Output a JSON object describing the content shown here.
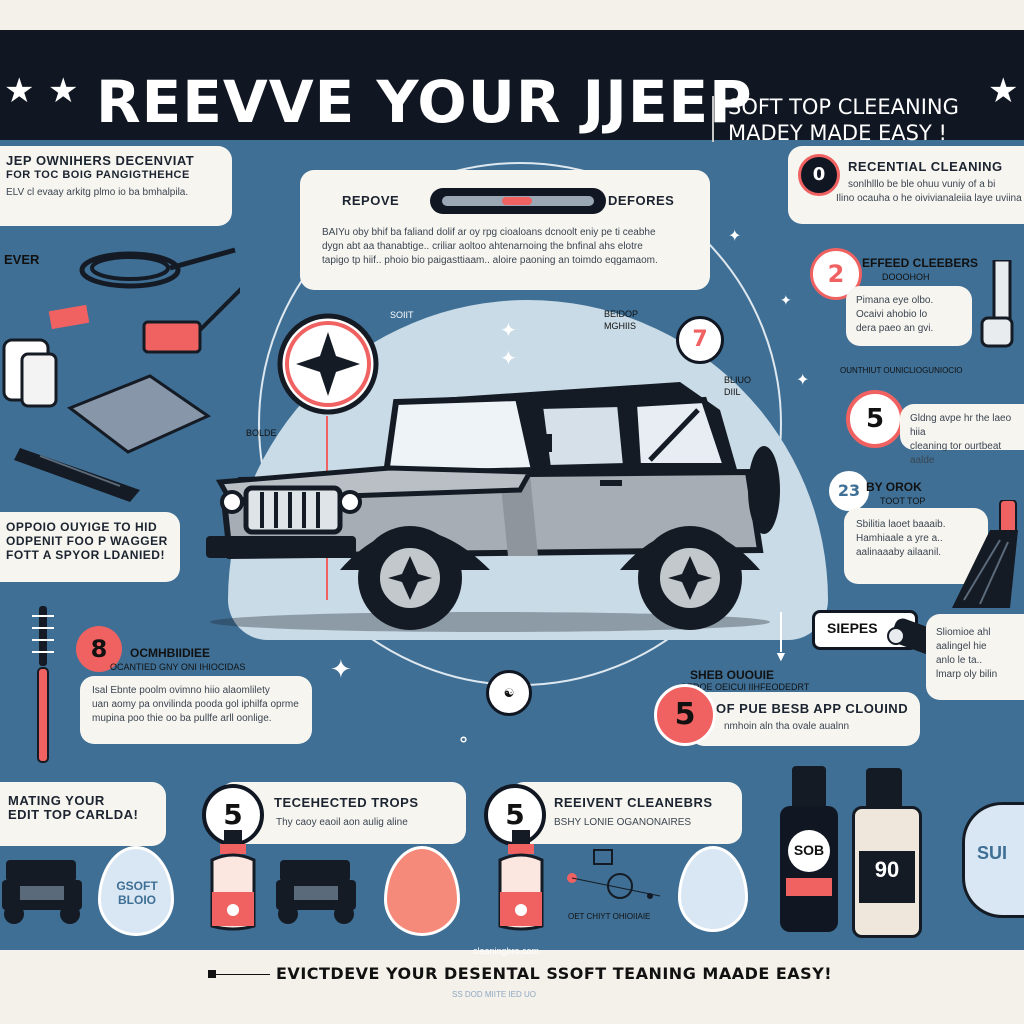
{
  "header": {
    "title": "REEVVE YOUR JJEEP",
    "subtitle_line1": "SOFT TOP CLEEANING",
    "subtitle_line2": "MADEY MADE EASY !"
  },
  "top_left_card": {
    "line1": "JEP OWNIHERS DECENVIAT",
    "line2": "FOR TOC BOIG PANGIGTHEHCE",
    "line3": "ELV cl evaay arkitg plmo io ba bmhalpila."
  },
  "left_section_label": "EVER",
  "before_card": {
    "left_label": "REPOVE",
    "right_label": "DEFORES",
    "body1": "BAIYu oby bhif ba faliand dolif ar oy rpg cioaloans dcnoolt eniy pe ti ceabhe",
    "body2": "dygn abt aa thanabtige.. criliar aoltoo ahtenarnoing the bnfinal ahs elotre",
    "body3": "tapigo tp hiif.. phoio bio paigasttiaam.. aloire paoning an toimdo eqgamaom."
  },
  "left_mid_card": {
    "line1": "OPPOIO OUYIGE TO HID",
    "line2": "ODPENIT FOO P WAGGER",
    "line3": "FOTT A SPYOR LDANIED!"
  },
  "left_step_card": {
    "number": "8",
    "title": "OCMHBIIDIEE",
    "sub": "OCANTIED GNY ONI IHIOCIDAS",
    "body1": "Isal Ebnte poolm ovimno hiio alaomlilety",
    "body2": "uan aomy pa onvilinda pooda gol iphilfa oprme",
    "body3": "mupina poo thie oo ba pullfe arll oonlige."
  },
  "bottom_left_card": {
    "line1": "MATING YOUR",
    "line2": "EDIT TOP CARLDA!"
  },
  "bottom_mid_card": {
    "number": "5",
    "title": "TECEHECTED TROPS",
    "body": "Thy caoy eaoil aon aulig aline"
  },
  "bottom_mid2_card": {
    "number": "5",
    "title": "REEIVENT CLEANEBRS",
    "body": "BSHY LONIE OGANONAIRES"
  },
  "drop_label": "GSOFT BLOIO",
  "bottom_small_label": "OET CHIYT OHIOIIAIE",
  "right_cards": [
    {
      "number": "0",
      "title": "RECENTIAL CLEANING",
      "body1": "sonlhlllo be ble ohuu vuniy of a bi",
      "body2": "Ilino ocauha o he oivivianaleiia laye uviina"
    },
    {
      "number": "2",
      "title": "EFFEED CLEEBERS",
      "sub": "DOOOHOH",
      "body1": "Pimana eye olbo.",
      "body2": "Ocaivi ahobio lo",
      "body3": "dera paeo an gvi."
    },
    {
      "number": "5",
      "title": "OUNTHIUT OUNICLIOGUNIOCIO",
      "body1": "Gldng avpe hr the laeo hiia",
      "body2": "cleaning tor ourtbeat aalde"
    },
    {
      "number": "23",
      "title": "BY OROK",
      "sub": "TOOT TOP",
      "body1": "Sbilitia laoet baaaib.",
      "body2": "Hamhiaale a yre a..",
      "body3": "aalinaaaby ailaanil."
    },
    {
      "number": "",
      "title": "SIEPES",
      "body1": "Sliomioe ahl",
      "body2": "aalingel hie",
      "body3": "anlo le ta..",
      "body4": "lmarp oly bilin"
    },
    {
      "number": "5",
      "title": "OF PUE BESB APP CLOUIND",
      "sub": "SHEB OUOUIE",
      "sub2": "OEDOE OEICUI IIHFEODEDRT",
      "body1": "nmhoin aln tha ovale aualnn"
    }
  ],
  "scene_labels": {
    "step7": "7",
    "step_note": "BEIDOP MGHIIS",
    "side_note": "BLIUO DIIL",
    "top_note": "SOIIT",
    "left_note": "BOLDE"
  },
  "footer": {
    "text": "EVICTDEVE YOUR DESENTAL SSOFT TEANING MAADE EASY!",
    "site": "cleaningbro.com",
    "note": "SS DOD MIITE IED UO"
  },
  "product_labels": {
    "bottle1": "SOB",
    "bottle2": "90",
    "right_tin": "SUI"
  },
  "colors": {
    "panel": "#3f6f95",
    "header": "#111722",
    "accent": "#f06262",
    "card": "#f7f5ef"
  }
}
